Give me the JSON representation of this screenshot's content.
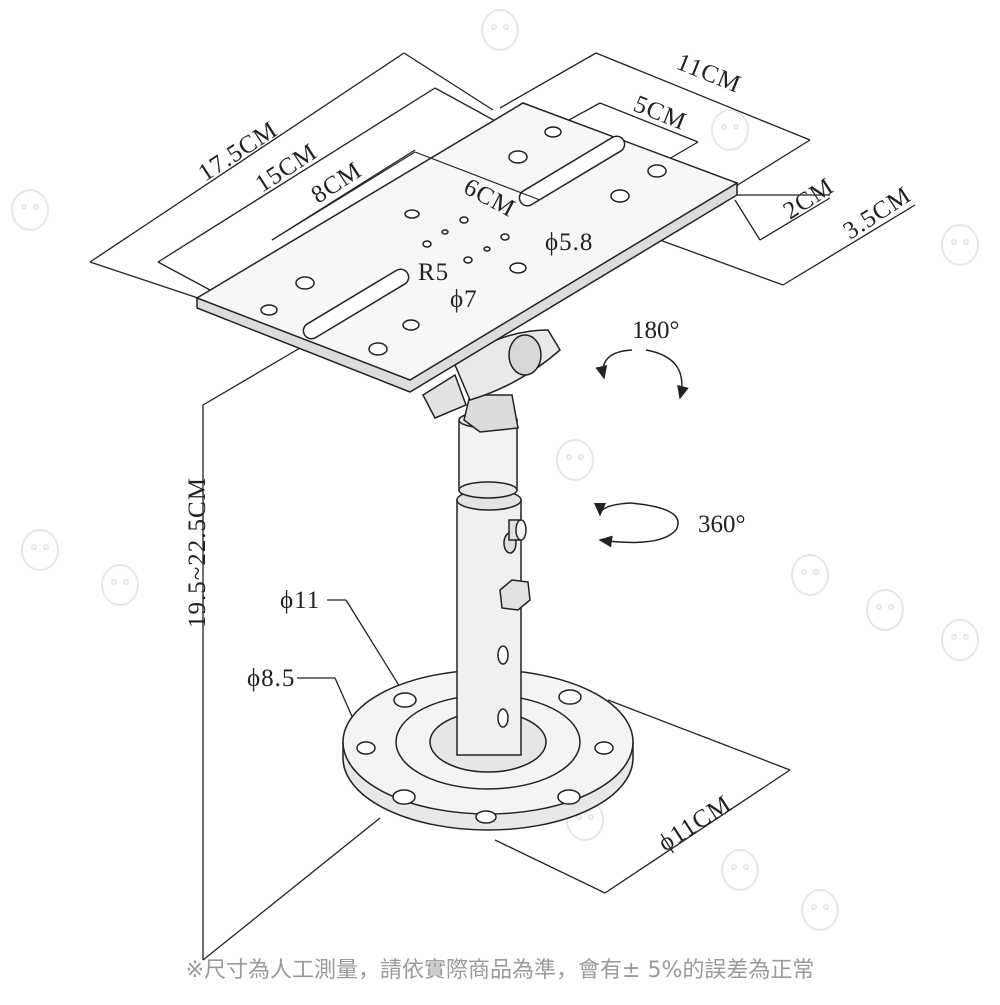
{
  "labels": {
    "plate_length": "17.5CM",
    "slot_outer": "15CM",
    "inner_plate": "8CM",
    "hole_spacing": "6CM",
    "plate_width": "11CM",
    "slot_length": "5CM",
    "slot_offset": "2CM",
    "edge_offset": "3.5CM",
    "hole_small": "ϕ5.8",
    "slot_radius": "R5",
    "hole_large": "ϕ7",
    "rotate_tilt": "180°",
    "rotate_spin": "360°",
    "height_range": "19.5~22.5CM",
    "base_hole_large": "ϕ11",
    "base_hole_small": "ϕ8.5",
    "base_diameter": "ϕ11CM"
  },
  "footnote": "※尺寸為人工測量，請依實際商品為準，會有± 5%的誤差為正常"
}
